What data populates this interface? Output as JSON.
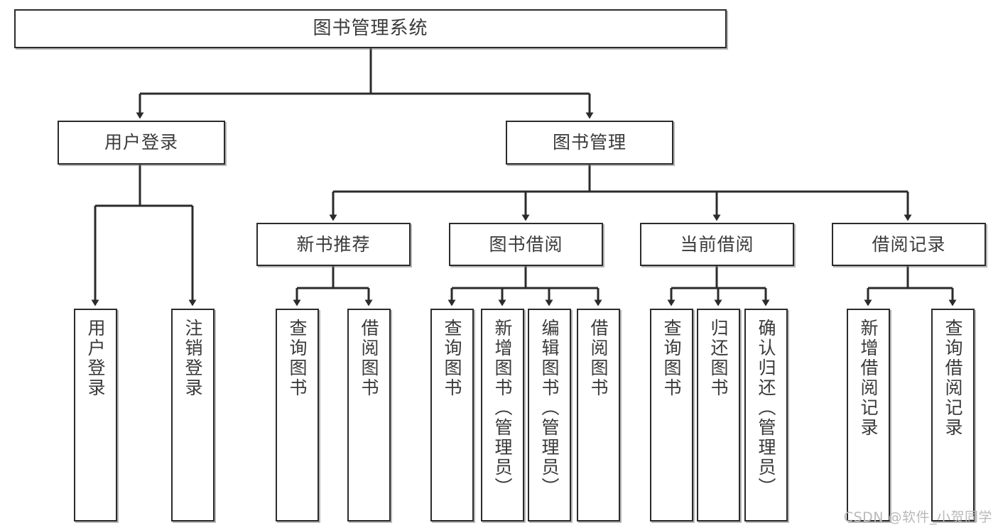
{
  "diagram": {
    "title": "图书管理系统",
    "type": "tree",
    "orientation": "top-down",
    "colors": {
      "stroke": "#2b2b2b",
      "fill": "#ffffff",
      "text": "#3a3a3a",
      "shadow": "#787878",
      "watermark": "#b9b9b9"
    },
    "nodes": {
      "root": {
        "label": "图书管理系统"
      },
      "level2": [
        {
          "id": "user-login",
          "label": "用户登录"
        },
        {
          "id": "book-manage",
          "label": "图书管理"
        }
      ],
      "level3": [
        {
          "id": "new-book-recommend",
          "label": "新书推荐"
        },
        {
          "id": "book-borrow",
          "label": "图书借阅"
        },
        {
          "id": "current-borrow",
          "label": "当前借阅"
        },
        {
          "id": "borrow-record",
          "label": "借阅记录"
        }
      ],
      "leaves": {
        "user-login": [
          {
            "id": "leaf-user-login",
            "label": "用户登录"
          },
          {
            "id": "leaf-logout-login",
            "label": "注销登录"
          }
        ],
        "new-book-recommend": [
          {
            "id": "leaf-query-book-1",
            "label": "查询图书"
          },
          {
            "id": "leaf-borrow-book-1",
            "label": "借阅图书"
          }
        ],
        "book-borrow": [
          {
            "id": "leaf-query-book-2",
            "label": "查询图书"
          },
          {
            "id": "leaf-add-book",
            "label": "新增图书（管理员）"
          },
          {
            "id": "leaf-edit-book",
            "label": "编辑图书（管理员）"
          },
          {
            "id": "leaf-borrow-book-2",
            "label": "借阅图书"
          }
        ],
        "current-borrow": [
          {
            "id": "leaf-query-book-3",
            "label": "查询图书"
          },
          {
            "id": "leaf-return-book",
            "label": "归还图书"
          },
          {
            "id": "leaf-confirm-return",
            "label": "确认归还（管理员）"
          }
        ],
        "borrow-record": [
          {
            "id": "leaf-add-record",
            "label": "新增借阅记录"
          },
          {
            "id": "leaf-query-record",
            "label": "查询借阅记录"
          }
        ]
      }
    },
    "watermark": "CSDN @软件_小贺同学"
  }
}
